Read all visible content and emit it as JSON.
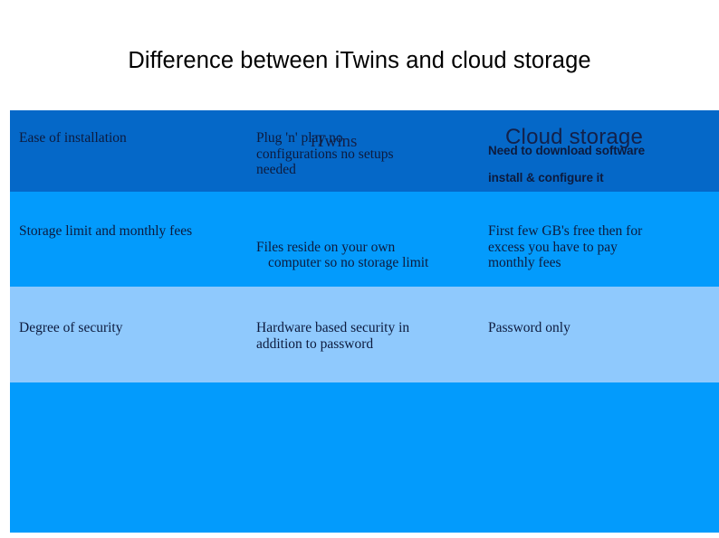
{
  "slide": {
    "title": "Difference between iTwins and cloud storage",
    "background_color": "#ffffff"
  },
  "table": {
    "colors": {
      "header_band": "#0568c8",
      "row_odd_band": "#039bfc",
      "row_even_band": "#8fc9fd",
      "text": "#0d1b3e"
    },
    "header": {
      "feature_label": "",
      "col_itwins": "iTwins",
      "col_cloud": "Cloud storage"
    },
    "rows": [
      {
        "feature": "Ease of installation",
        "itwins": "Plug 'n' play no\nconfigurations no setups\nneeded",
        "cloud_line_1": "Need to download software",
        "cloud_line_2": "install & configure it"
      },
      {
        "feature": "Storage limit and monthly fees",
        "itwins_line_1": "Files reside on your own",
        "itwins_line_2": "computer so no storage limit",
        "cloud": "First few GB's free then for\nexcess you have to pay\nmonthly   fees"
      },
      {
        "feature": "Degree of security",
        "itwins": "Hardware based security in\naddition to password",
        "cloud": "Password only"
      }
    ]
  }
}
